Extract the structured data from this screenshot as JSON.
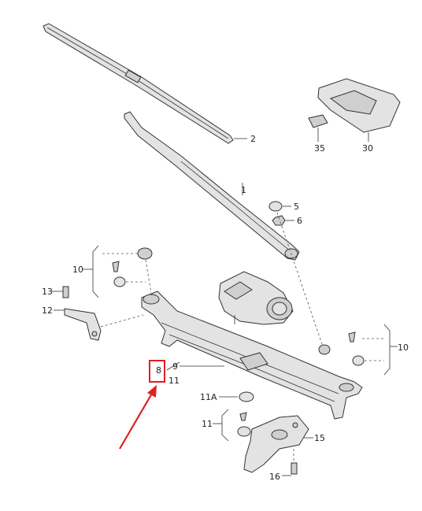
{
  "callouts": {
    "c1": "1",
    "c2": "2",
    "c5": "5",
    "c6": "6",
    "c8": "8",
    "c9": "9",
    "c10a": "10",
    "c10b": "10",
    "c11a": "11",
    "c11b": "11",
    "c11A": "11A",
    "c12": "12",
    "c13": "13",
    "c15": "15",
    "c16": "16",
    "c30": "30",
    "c35": "35"
  },
  "colors": {
    "line": "#333333",
    "part_fill": "#e3e3e3",
    "highlight": "#e02020"
  }
}
